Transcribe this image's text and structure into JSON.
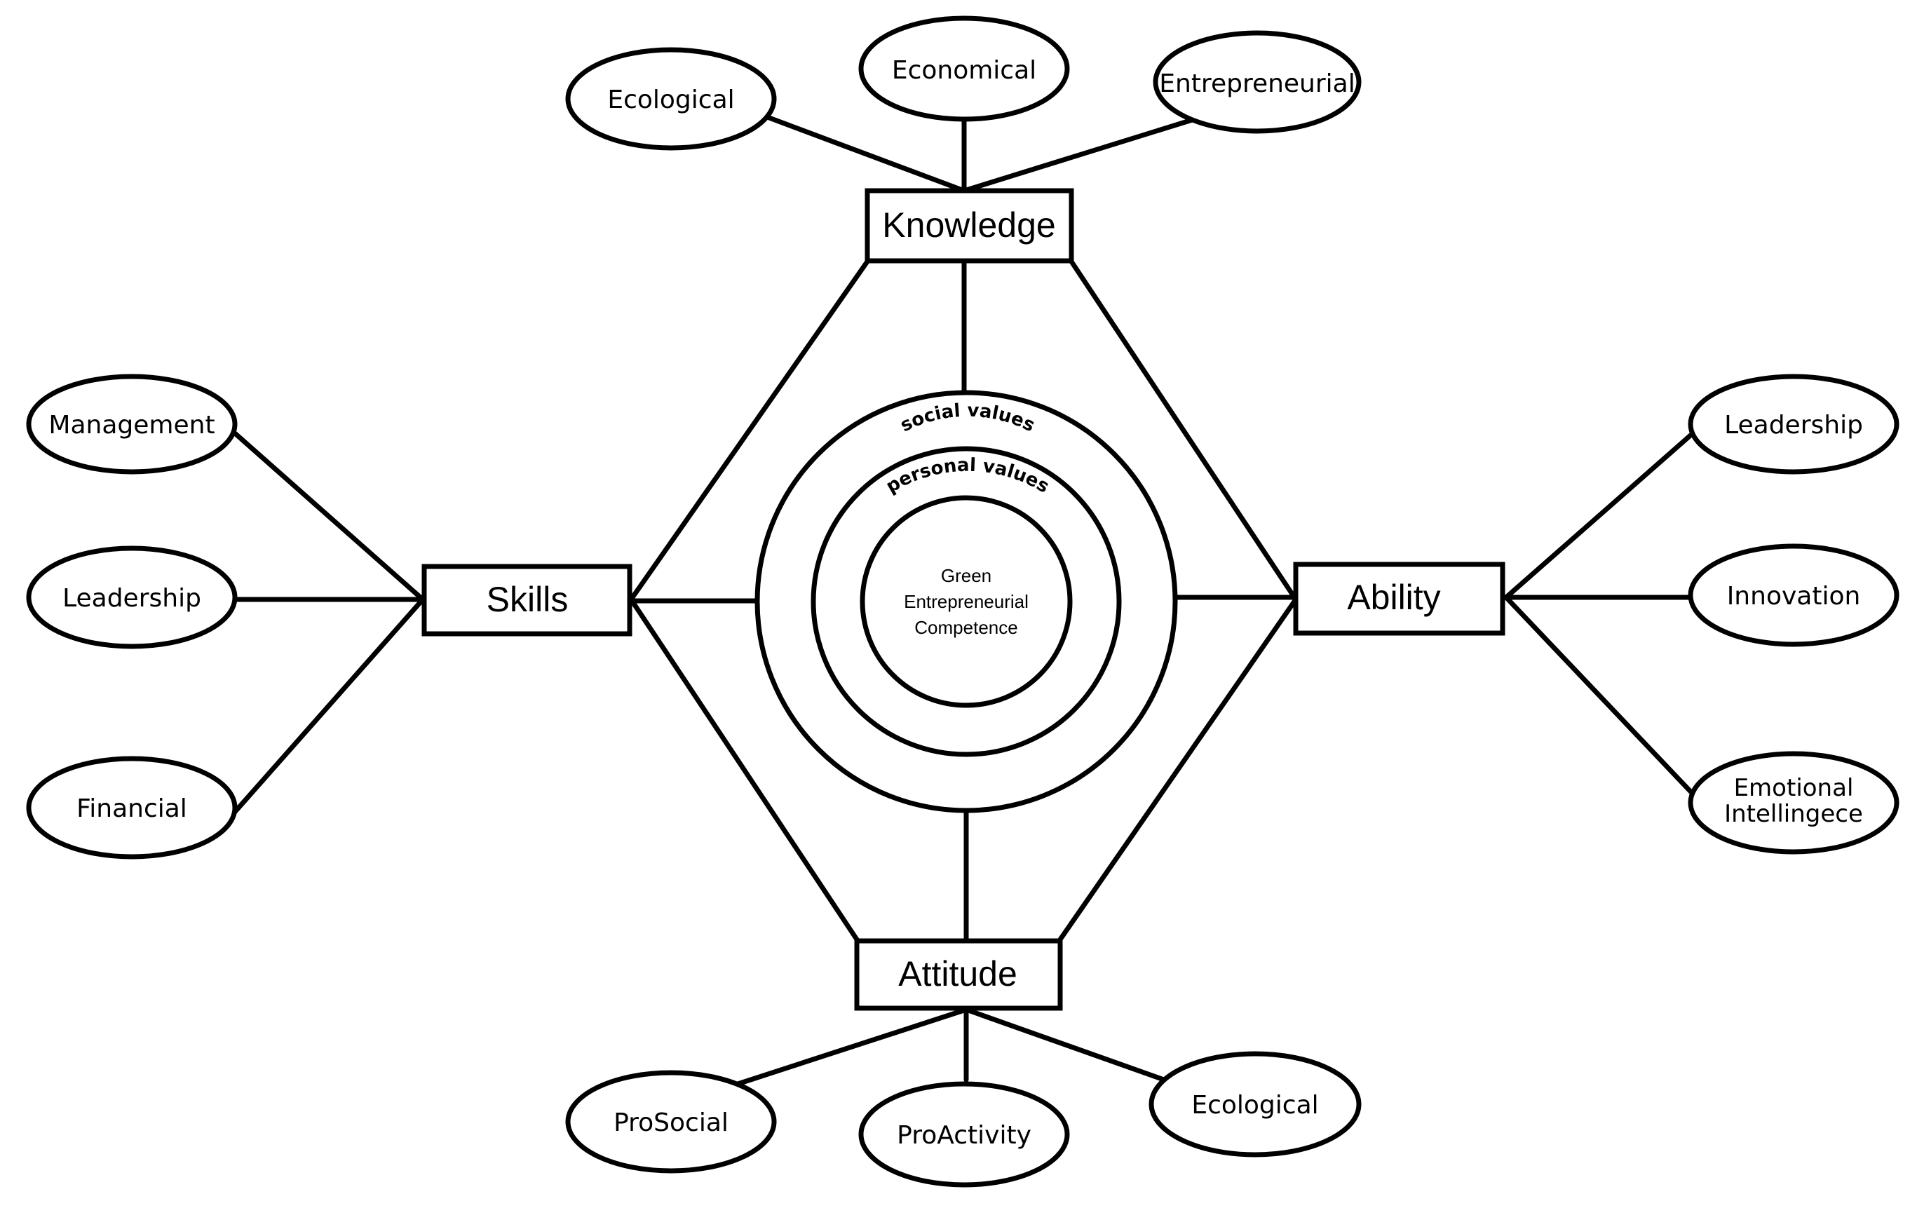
{
  "center": {
    "core_lines": [
      "Green",
      "Entrepreneurial",
      "Competence"
    ],
    "inner_ring_label": "personal values",
    "outer_ring_label": "social values"
  },
  "nodes": {
    "knowledge": {
      "label": "Knowledge",
      "children": [
        "Ecological",
        "Economical",
        "Entrepreneurial"
      ]
    },
    "skills": {
      "label": "Skills",
      "children": [
        "Management",
        "Leadership",
        "Financial"
      ]
    },
    "ability": {
      "label": "Ability",
      "children": [
        "Leadership",
        "Innovation",
        "Emotional Intellingece"
      ],
      "emotional_lines": [
        "Emotional",
        "Intellingece"
      ]
    },
    "attitude": {
      "label": "Attitude",
      "children": [
        "ProSocial",
        "ProActivity",
        "Ecological"
      ]
    }
  }
}
